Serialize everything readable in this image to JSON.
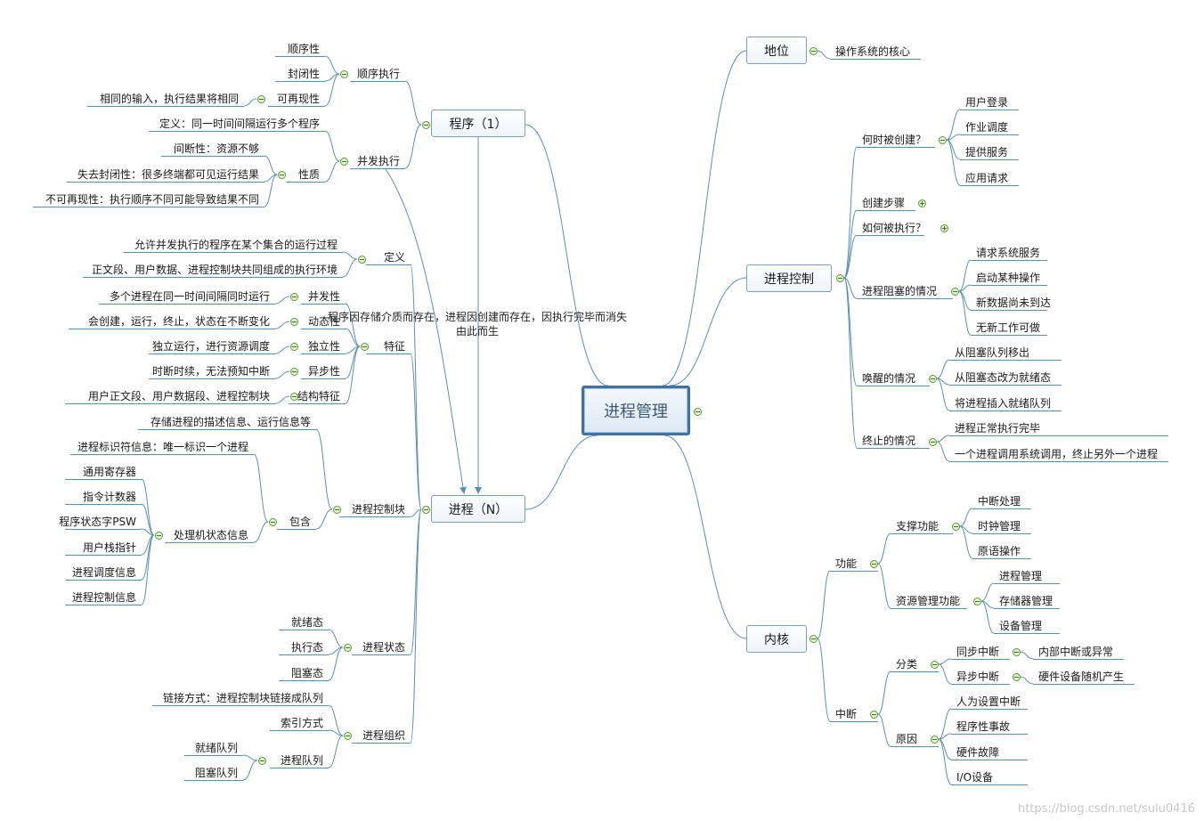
{
  "root": "进程管理",
  "note": {
    "line1": "程序因存储介质而存在，进程因创建而存在，因执行完毕而消失",
    "line2": "由此而生"
  },
  "watermark": "https://blog.csdn.net/sulu0416",
  "left": {
    "program_one": {
      "title": "程序（1）",
      "sequential": {
        "title": "顺序执行",
        "items": [
          "顺序性",
          "封闭性"
        ],
        "reproducible": {
          "title": "可再现性",
          "desc": "相同的输入，执行结果将相同"
        }
      },
      "concurrent": {
        "title": "并发执行",
        "definition": "定义：同一时间间隔运行多个程序",
        "nature": {
          "title": "性质",
          "items": [
            "间断性：资源不够",
            "失去封闭性：很多终端都可见运行结果",
            "不可再现性：执行顺序不同可能导致结果不同"
          ]
        }
      }
    },
    "definition": {
      "title": "定义",
      "items": [
        "允许并发执行的程序在某个集合的运行过程",
        "正文段、用户数据、进程控制块共同组成的执行环境"
      ]
    },
    "features": {
      "title": "特征",
      "items": [
        {
          "title": "并发性",
          "desc": "多个进程在同一时间间隔同时运行"
        },
        {
          "title": "动态性",
          "desc": "会创建，运行，终止，状态在不断变化"
        },
        {
          "title": "独立性",
          "desc": "独立运行，进行资源调度"
        },
        {
          "title": "异步性",
          "desc": "时断时续，无法预知中断"
        },
        {
          "title": "结构特征",
          "desc": "用户正文段、用户数据段、进程控制块"
        }
      ]
    },
    "pcb": {
      "title": "进程控制块",
      "store": "存储进程的描述信息、运行信息等",
      "contains": {
        "title": "包含",
        "pid": "进程标识符信息：唯一标识一个进程",
        "cpu": {
          "title": "处理机状态信息",
          "items": [
            "通用寄存器",
            "指令计数器",
            "程序状态字PSW",
            "用户栈指针",
            "进程调度信息",
            "进程控制信息"
          ]
        }
      }
    },
    "states": {
      "title": "进程状态",
      "items": [
        "就绪态",
        "执行态",
        "阻塞态"
      ]
    },
    "organization": {
      "title": "进程组织",
      "link": "链接方式：进程控制块链接成队列",
      "index": "索引方式",
      "queue": {
        "title": "进程队列",
        "items": [
          "就绪队列",
          "阻塞队列"
        ]
      }
    },
    "process_n": "进程（N）"
  },
  "right": {
    "status": {
      "title": "地位",
      "desc": "操作系统的核心"
    },
    "control": {
      "title": "进程控制",
      "when_created": {
        "title": "何时被创建？",
        "items": [
          "用户登录",
          "作业调度",
          "提供服务",
          "应用请求"
        ]
      },
      "create_steps": "创建步骤",
      "how_run": "如何被执行？",
      "blocked": {
        "title": "进程阻塞的情况",
        "items": [
          "请求系统服务",
          "启动某种操作",
          "新数据尚未到达",
          "无新工作可做"
        ]
      },
      "wakeup": {
        "title": "唤醒的情况",
        "items": [
          "从阻塞队列移出",
          "从阻塞态改为就绪态",
          "将进程插入就绪队列"
        ]
      },
      "terminate": {
        "title": "终止的情况",
        "items": [
          "进程正常执行完毕",
          "一个进程调用系统调用，终止另外一个进程"
        ]
      }
    },
    "kernel": {
      "title": "内核",
      "function": {
        "title": "功能",
        "support": {
          "title": "支撑功能",
          "items": [
            "中断处理",
            "时钟管理",
            "原语操作"
          ]
        },
        "resource": {
          "title": "资源管理功能",
          "items": [
            "进程管理",
            "存储器管理",
            "设备管理"
          ]
        }
      },
      "interrupt": {
        "title": "中断",
        "category": {
          "title": "分类",
          "sync": {
            "title": "同步中断",
            "desc": "内部中断或异常"
          },
          "async": {
            "title": "异步中断",
            "desc": "硬件设备随机产生"
          }
        },
        "cause": {
          "title": "原因",
          "items": [
            "人为设置中断",
            "程序性事故",
            "硬件故障",
            "I/O设备"
          ]
        }
      }
    }
  }
}
